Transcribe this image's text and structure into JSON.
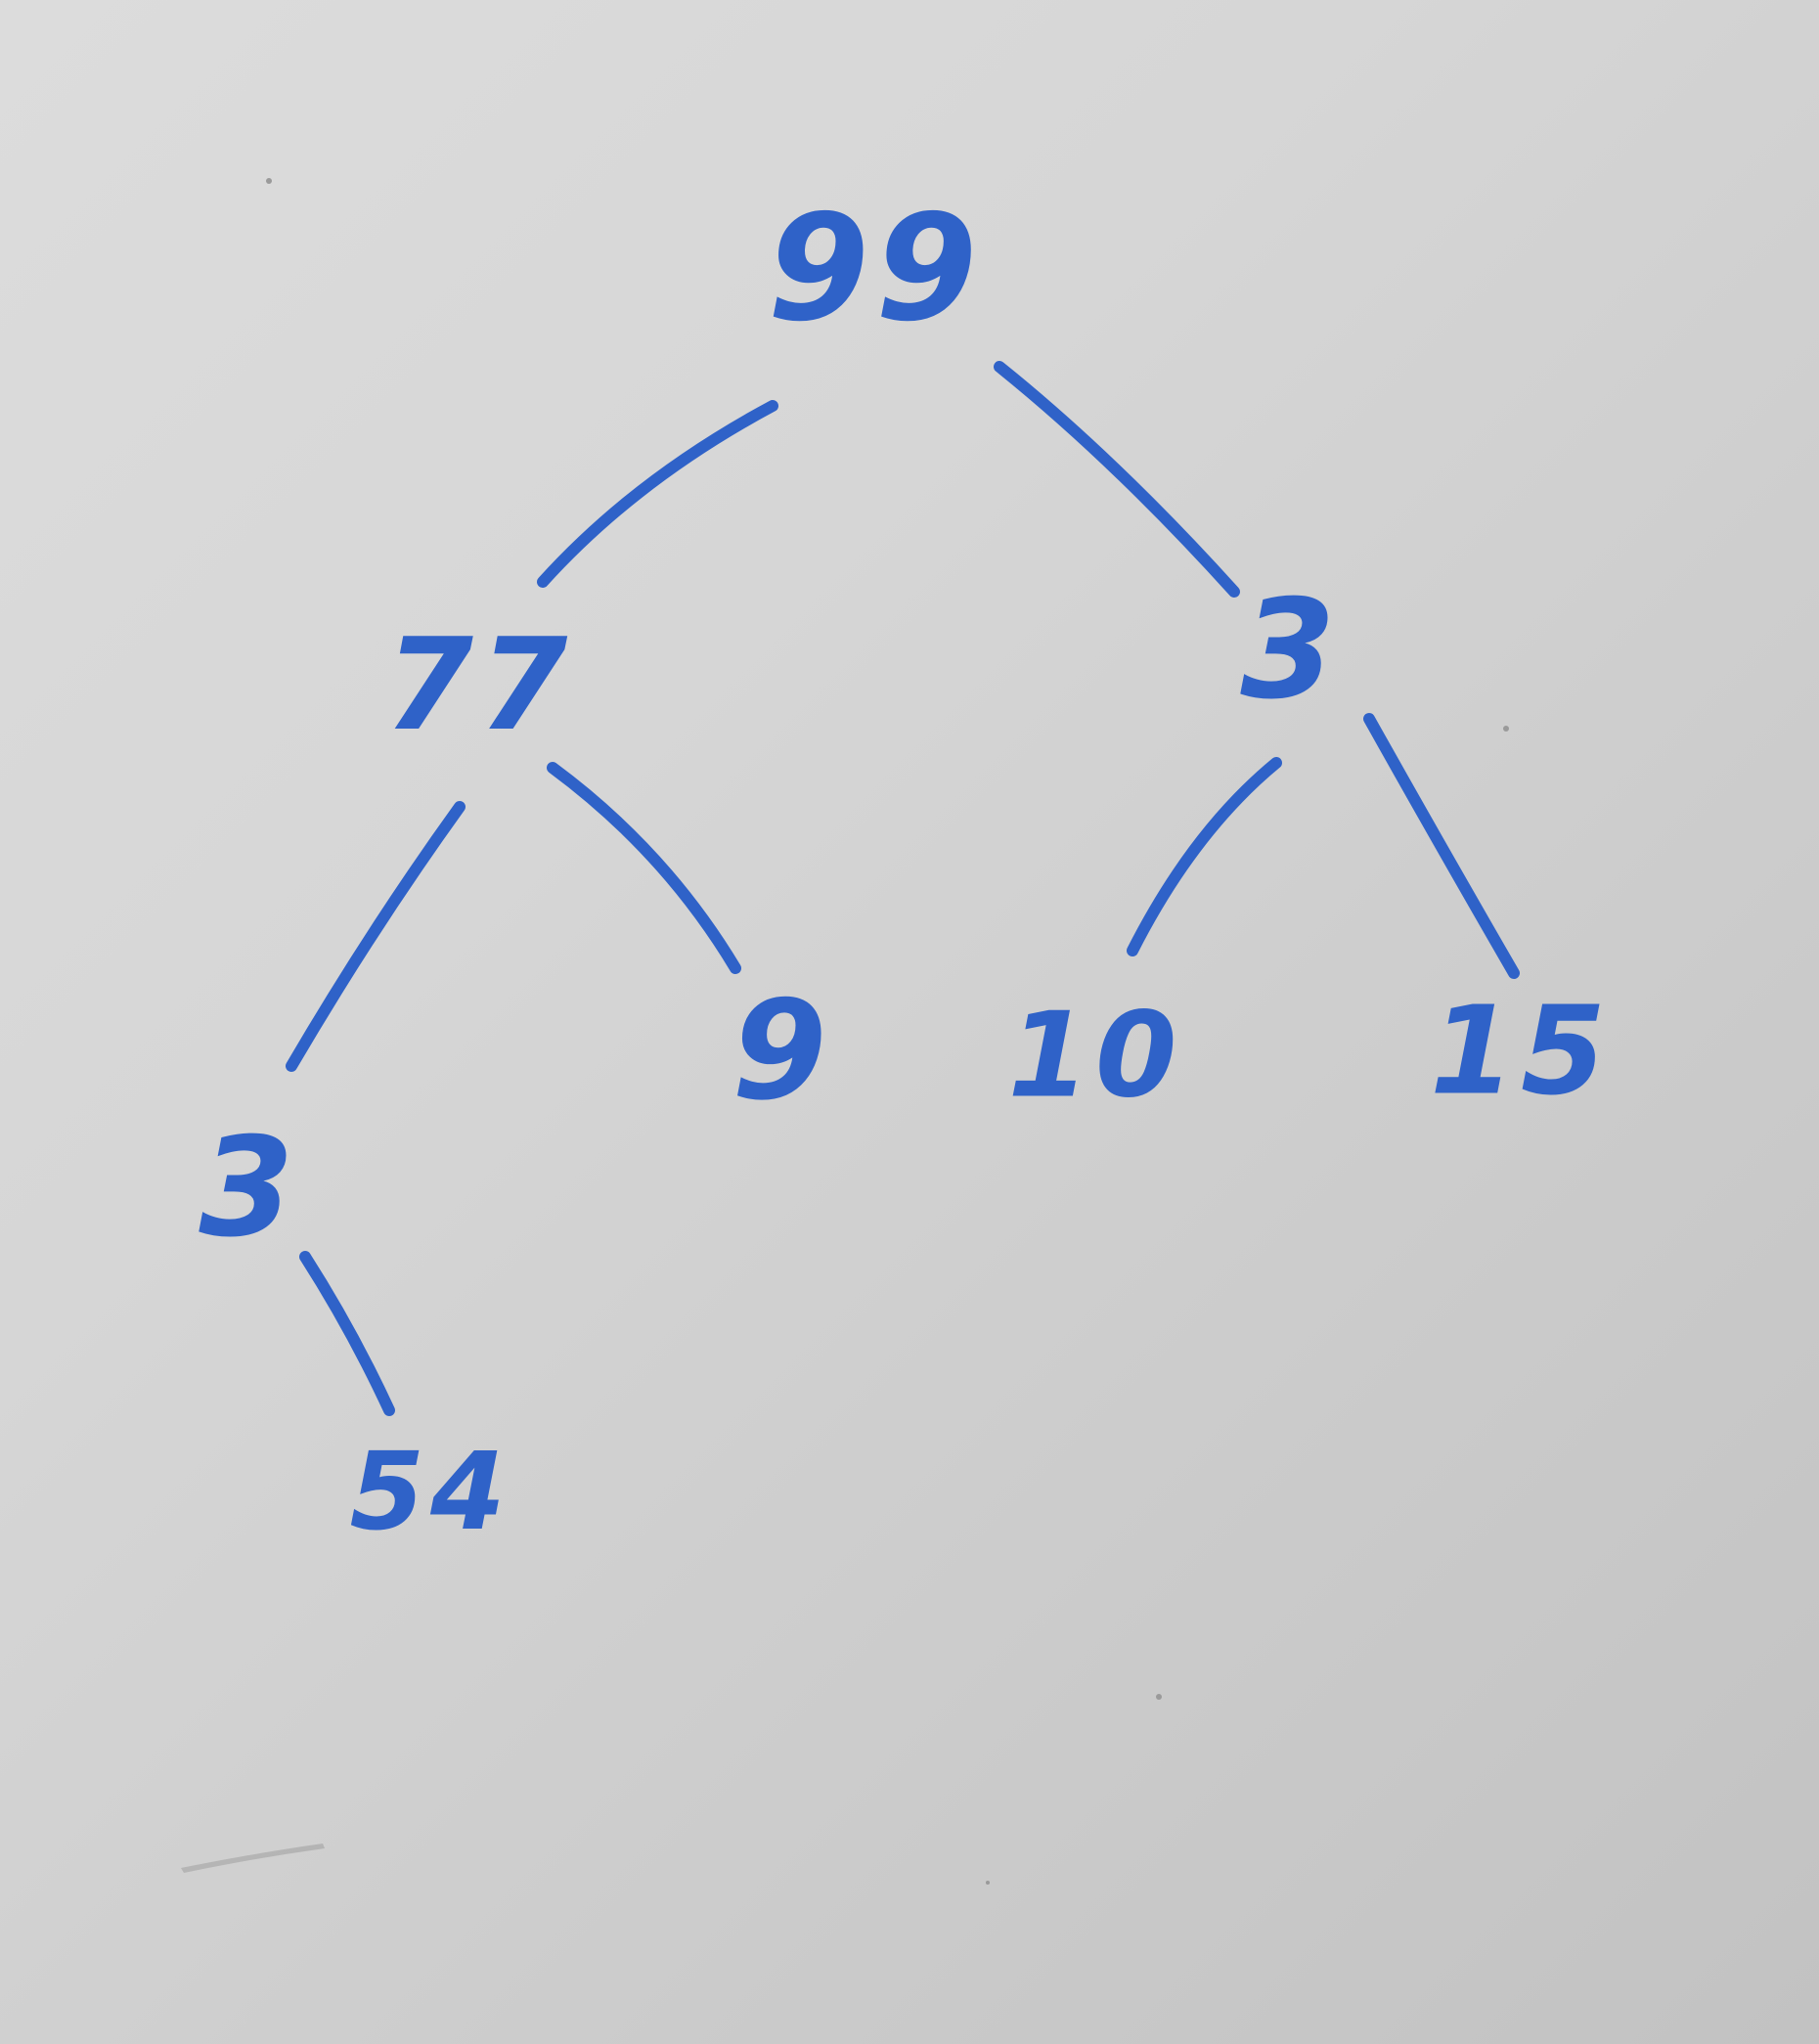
{
  "ink_color": "#2f62c8",
  "board_color": "#d4d4d4",
  "tree": {
    "nodes": [
      {
        "id": "n99",
        "label": "99"
      },
      {
        "id": "n77",
        "label": "77"
      },
      {
        "id": "n3r",
        "label": "3"
      },
      {
        "id": "n3l",
        "label": "3"
      },
      {
        "id": "n9",
        "label": "9"
      },
      {
        "id": "n10",
        "label": "10"
      },
      {
        "id": "n15",
        "label": "15"
      },
      {
        "id": "n54",
        "label": "54"
      }
    ],
    "edges": [
      {
        "from": "n99",
        "to": "n77"
      },
      {
        "from": "n99",
        "to": "n3r"
      },
      {
        "from": "n77",
        "to": "n3l"
      },
      {
        "from": "n77",
        "to": "n9"
      },
      {
        "from": "n3r",
        "to": "n10"
      },
      {
        "from": "n3r",
        "to": "n15"
      },
      {
        "from": "n3l",
        "to": "n54"
      }
    ]
  }
}
